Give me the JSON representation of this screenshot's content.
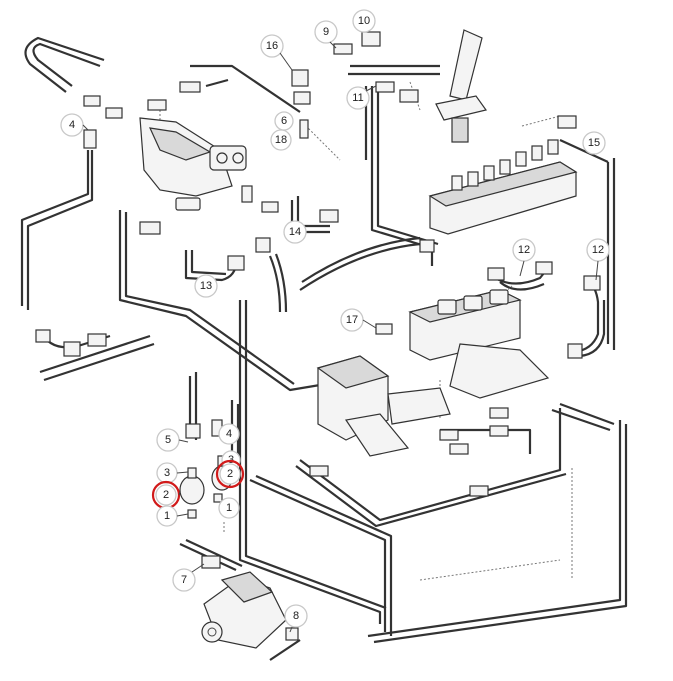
{
  "callouts": {
    "c1": "1",
    "c1b": "1",
    "c2": "2",
    "c2b": "2",
    "c3": "3",
    "c3b": "3",
    "c4": "4",
    "c4b": "4",
    "c5": "5",
    "c6": "6",
    "c7": "7",
    "c8": "8",
    "c9": "9",
    "c10": "10",
    "c11": "11",
    "c12": "12",
    "c12b": "12",
    "c13": "13",
    "c14": "14",
    "c15": "15",
    "c16": "16",
    "c17": "17",
    "c18": "18"
  },
  "highlighted_parts": [
    "2",
    "2"
  ],
  "colors": {
    "highlight": "#d11a1a",
    "line": "#333333",
    "callout_ring": "#c8c8c8"
  }
}
